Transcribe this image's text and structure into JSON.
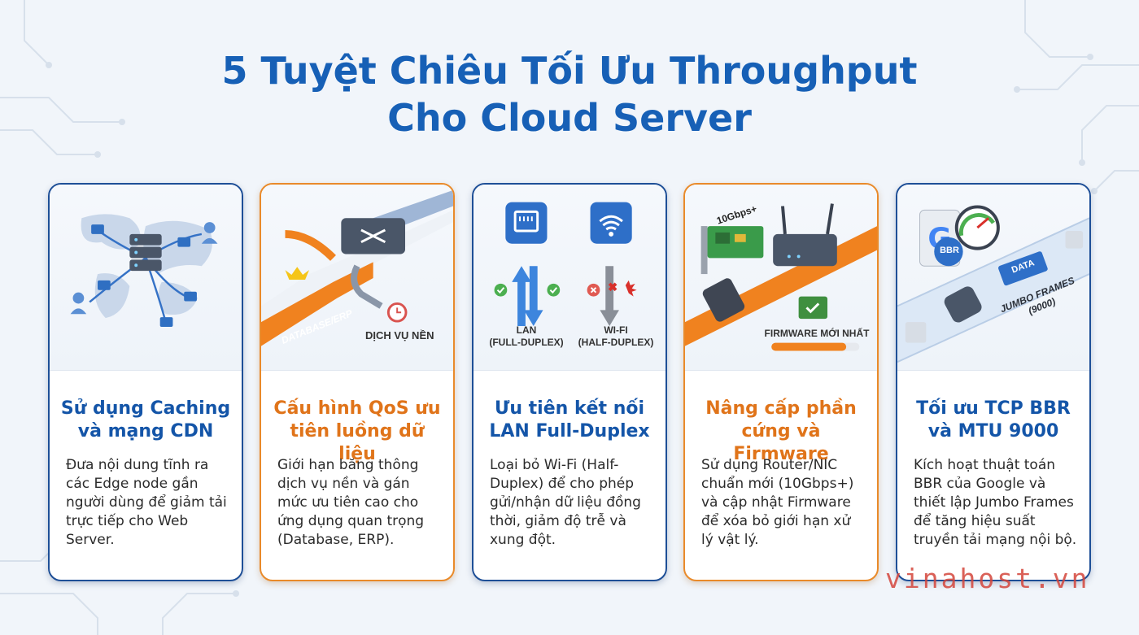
{
  "title_line1": "5 Tuyệt Chiêu Tối Ưu Throughput",
  "title_line2": "Cho Cloud Server",
  "colors": {
    "blue": "#1760b6",
    "orange": "#e98a2a",
    "accent_red": "#d4463c"
  },
  "cards": [
    {
      "title": "Sử dụng Caching và mạng CDN",
      "description": "Đưa nội dung tĩnh ra các Edge node gần người dùng để giảm tải trực tiếp cho Web Server.",
      "icon": "cdn-network-icon"
    },
    {
      "title": "Cấu hình QoS ưu tiên luồng dữ liệu",
      "description": "Giới hạn băng thông dịch vụ nền và gán mức ưu tiên cao cho ứng dụng quan trọng (Database, ERP).",
      "icon": "qos-router-icon",
      "label_database": "DATABASE/ERP",
      "label_background": "DỊCH VỤ NỀN"
    },
    {
      "title": "Ưu tiên kết nối LAN Full-Duplex",
      "description": "Loại bỏ Wi-Fi (Half-Duplex) để cho phép gửi/nhận dữ liệu đồng thời, giảm độ trễ và xung đột.",
      "icon": "lan-vs-wifi-icon",
      "label_lan": "LAN",
      "label_lan_mode": "(FULL-DUPLEX)",
      "label_wifi": "WI-FI",
      "label_wifi_mode": "(HALF-DUPLEX)"
    },
    {
      "title": "Nâng cấp phần cứng và Firmware",
      "description": "Sử dụng Router/NIC chuẩn mới (10Gbps+) và cập nhật Firmware để xóa bỏ giới hạn xử lý vật lý.",
      "icon": "hardware-upgrade-icon",
      "label_speed": "10Gbps+",
      "label_firmware": "FIRMWARE MỚI NHẤT",
      "firmware_progress": 0.85
    },
    {
      "title": "Tối ưu TCP BBR và MTU 9000",
      "description": "Kích hoạt thuật toán BBR của Google và thiết lập Jumbo Frames để tăng hiệu suất truyền tải mạng nội bộ.",
      "icon": "tcp-bbr-icon",
      "label_bbr": "BBR",
      "label_data": "DATA",
      "label_jumbo": "JUMBO FRAMES",
      "label_mtu": "(9000)"
    }
  ],
  "brand": "vinahost.vn"
}
